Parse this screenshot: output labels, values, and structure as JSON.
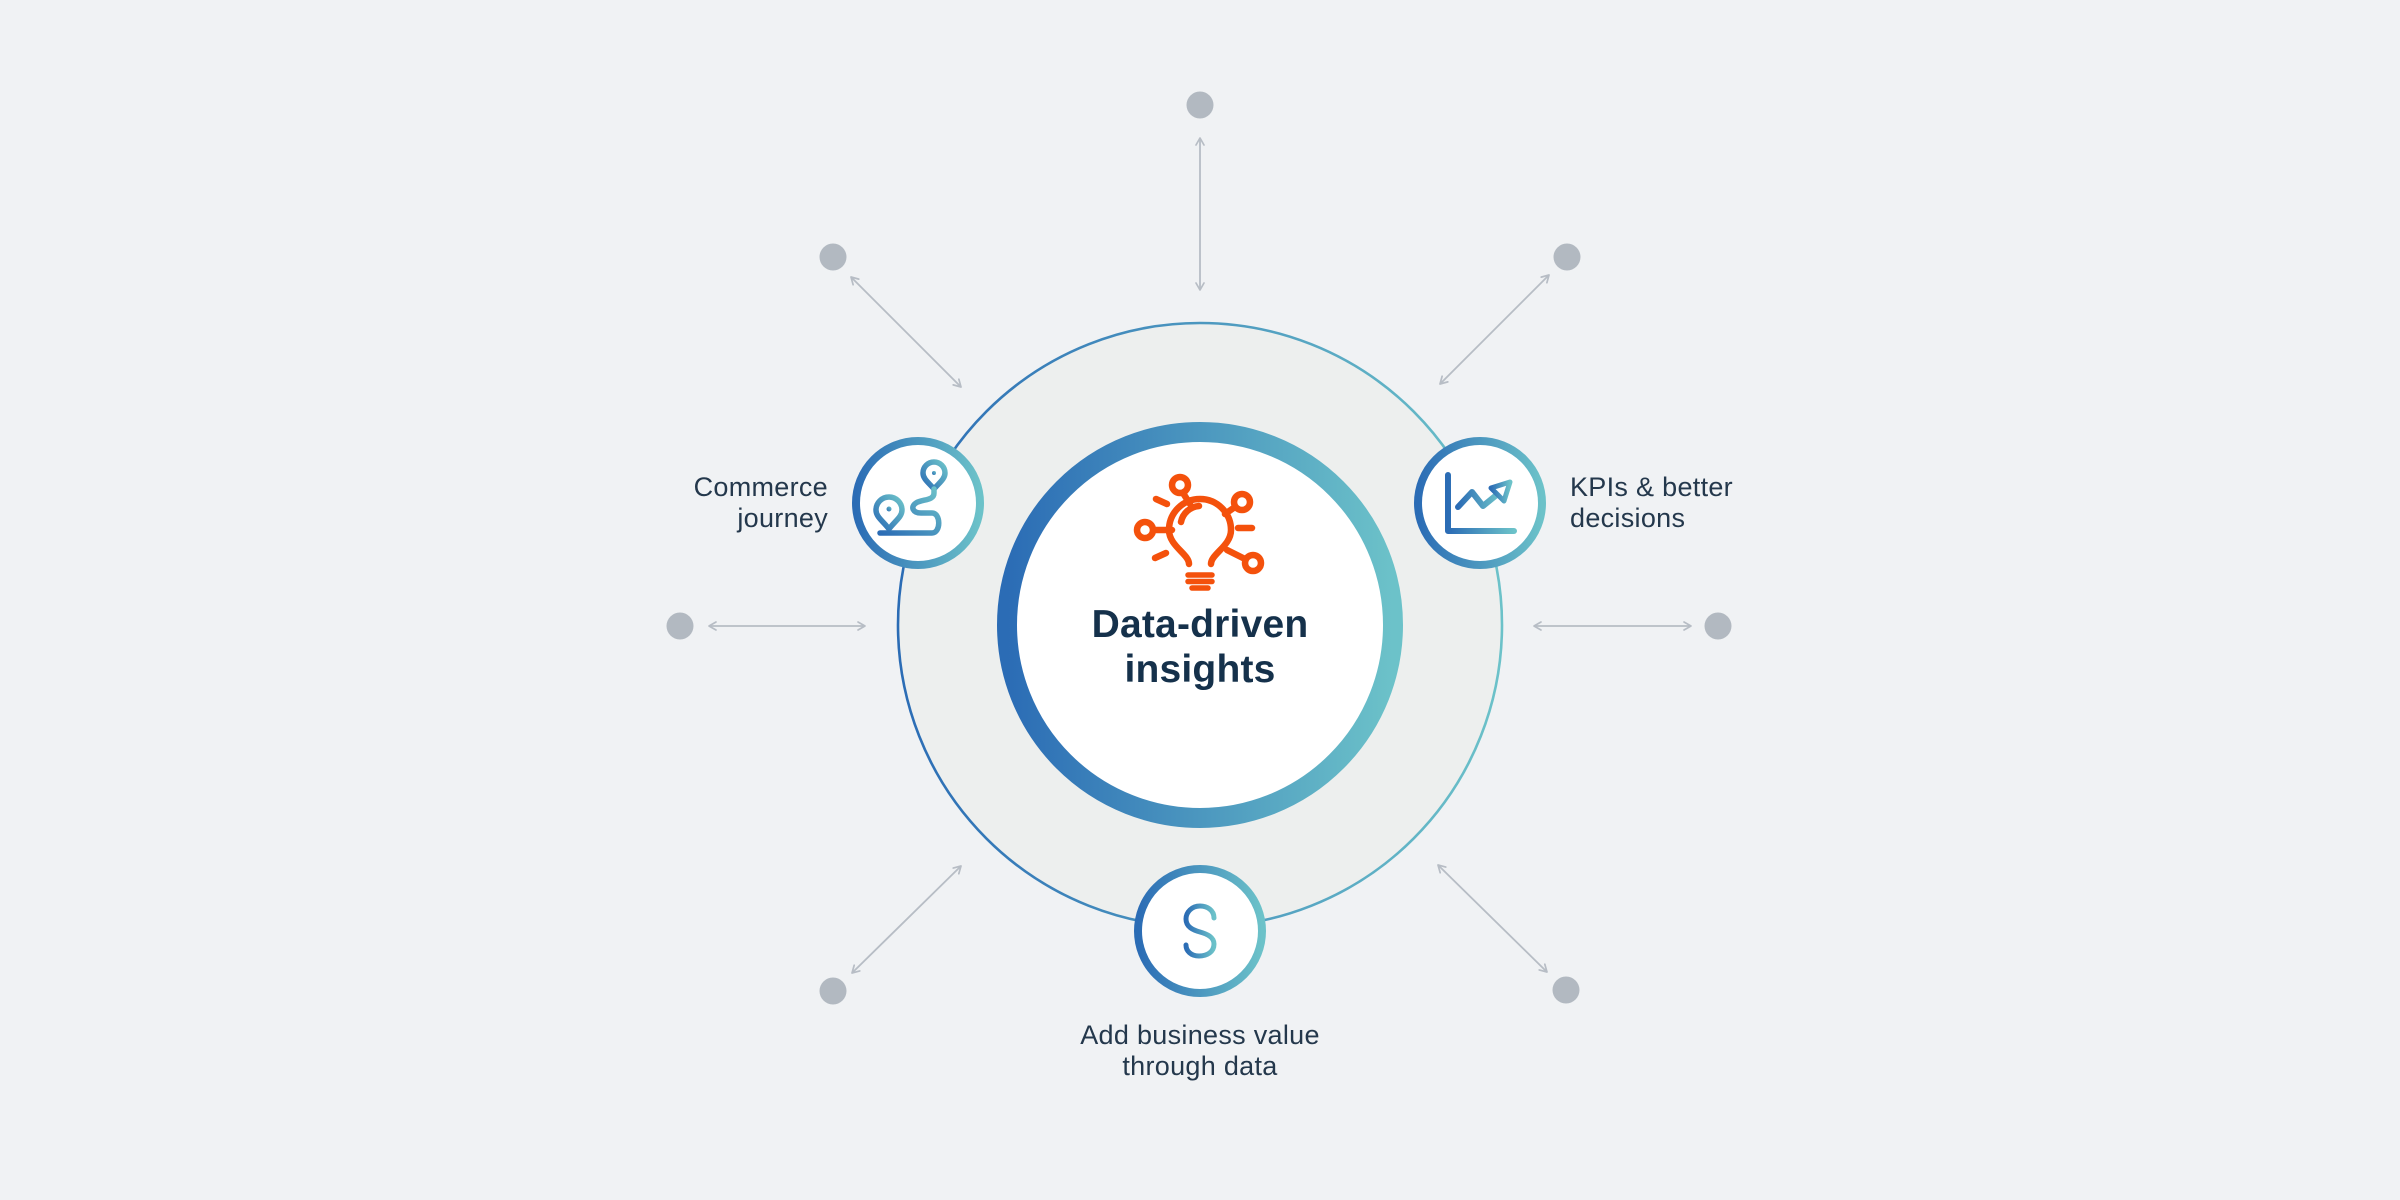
{
  "colors": {
    "background": "#f0f2f4",
    "orbit_fill": "#edefee",
    "ring_blue": "#2b6cb5",
    "ring_teal": "#6cc2c9",
    "accent_orange": "#f4510c",
    "title_navy": "#15314b",
    "label_slate": "#24384c",
    "dot_gray": "#b2b9c1",
    "arrow_gray": "#b7bdc5"
  },
  "center": {
    "title": "Data-driven\ninsights",
    "icon": "idea-bulb-network-icon"
  },
  "nodes": [
    {
      "id": "commerce-journey",
      "label": "Commerce\njourney",
      "icon": "route-map-pins-icon"
    },
    {
      "id": "kpis-better-decisions",
      "label": "KPIs & better\ndecisions",
      "icon": "kpi-trend-chart-icon"
    },
    {
      "id": "add-business-value",
      "label": "Add business value\nthrough data",
      "icon": "dollar-sign-icon"
    }
  ]
}
